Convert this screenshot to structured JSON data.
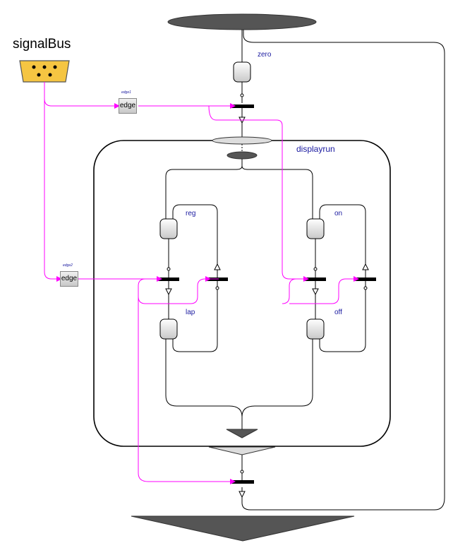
{
  "diagram": {
    "bus_label": "signalBus",
    "states": {
      "zero": "zero",
      "reg": "reg",
      "on": "on",
      "lap": "lap",
      "off": "off"
    },
    "composite": "displayrun",
    "blocks": {
      "edge1_label": "edge",
      "edge1_caption": "edge1",
      "edge2_label": "edge",
      "edge2_caption": "edge2"
    }
  }
}
